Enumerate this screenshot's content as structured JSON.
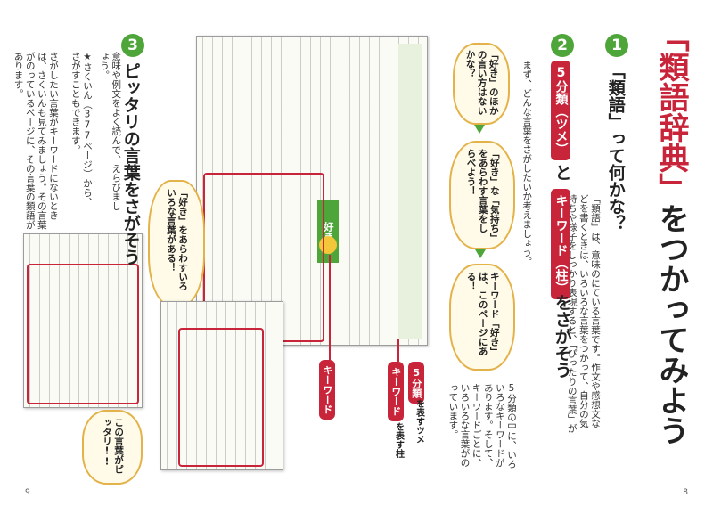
{
  "title": {
    "main": "「類語辞典」",
    "rest": "をつかってみよう"
  },
  "section1": {
    "number": "1",
    "heading": "「類語」って何かな？",
    "body": "「類語」は、意味のにている言葉です。作文や感想文などを書くときは、いろいろな言葉をつかって、自分の気持ちや様子をしっかり表現すると、「ぴったりの言葉」が見つかります。"
  },
  "section2": {
    "number": "2",
    "tag_bunrui": "5分類（ツメ）",
    "to": "と",
    "tag_keyword": "キーワード（柱）",
    "heading_end": "をさがそう",
    "intro": "まず、どんな言葉をさがしたいか考えましょう。",
    "body": "5分類の中に、いろいろなキーワードがあります。そして、キーワードごとに、いろいろな言葉がのっています。"
  },
  "section3": {
    "number": "3",
    "heading": "ピッタリの言葉をさがそう",
    "body1": "意味や例文をよく読んで、えらびましょう。",
    "body2": "★さくいん（377ページ）から、さがすこともできます。",
    "body3": "さがしたい言葉がキーワードにないときは、さくいんも見てみましょう。その言葉がのっているページに、その言葉の類語があります。"
  },
  "bubbles": {
    "b1": "「好き」のほかの言い方はないかな？",
    "b2": "「好き」な「気持ち」をあらわす言葉をしらべよう！",
    "b3": "キーワード「好き」は、このページにある！",
    "b4": "「好き」をあらわすいろいろな言葉がある！",
    "b5": "この言葉がピッタリ!!"
  },
  "labels": {
    "keyword": "キーワード",
    "keyword2": "キーワード",
    "bunrui": "5分類",
    "tsume_caption": "を表すツメ",
    "hashira_caption": "を表す柱",
    "suki_tab": "好き"
  },
  "page_numbers": {
    "left": "9",
    "right": "8"
  },
  "colors": {
    "accent": "#c8253b",
    "green": "#4ea63a",
    "bubble_border": "#e3b24a"
  }
}
